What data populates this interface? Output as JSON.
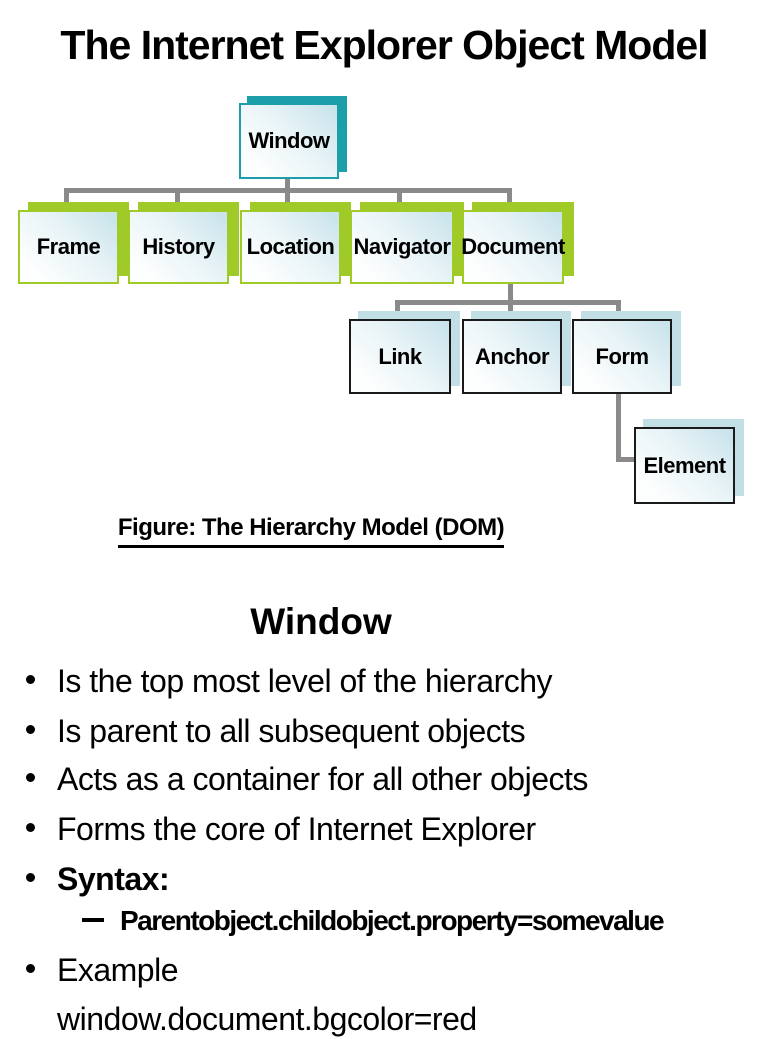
{
  "title": "The Internet Explorer Object Model",
  "diagram": {
    "nodes": [
      {
        "id": "window",
        "label": "Window",
        "style": "teal"
      },
      {
        "id": "frame",
        "label": "Frame",
        "style": "green"
      },
      {
        "id": "history",
        "label": "History",
        "style": "green"
      },
      {
        "id": "location",
        "label": "Location",
        "style": "green"
      },
      {
        "id": "navigator",
        "label": "Navigator",
        "style": "green"
      },
      {
        "id": "document",
        "label": "Document",
        "style": "green"
      },
      {
        "id": "link",
        "label": "Link",
        "style": "plain"
      },
      {
        "id": "anchor",
        "label": "Anchor",
        "style": "plain"
      },
      {
        "id": "form",
        "label": "Form",
        "style": "plain"
      },
      {
        "id": "element",
        "label": "Element",
        "style": "plain"
      }
    ],
    "colors": {
      "teal_shadow": "#1d9faa",
      "green_shadow": "#9fca28",
      "pale_blue_shadow": "#c2dfe5",
      "connector_gray": "#8a8a8a",
      "box_fill_gradient_top_right": "#c6e2ea",
      "box_fill_gradient_bottom_left": "#ffffff"
    }
  },
  "caption": "Figure: The Hierarchy Model (DOM)",
  "section": {
    "heading": "Window",
    "bullets": [
      "Is the top most level of the hierarchy",
      "Is parent to all subsequent objects",
      "Acts as a container for all other objects",
      "Forms the core of Internet Explorer"
    ],
    "syntax_label": "Syntax:",
    "syntax_value": "Parentobject.childobject.property=somevalue",
    "example_label": "Example",
    "example_code": "window.document.bgcolor=red"
  }
}
